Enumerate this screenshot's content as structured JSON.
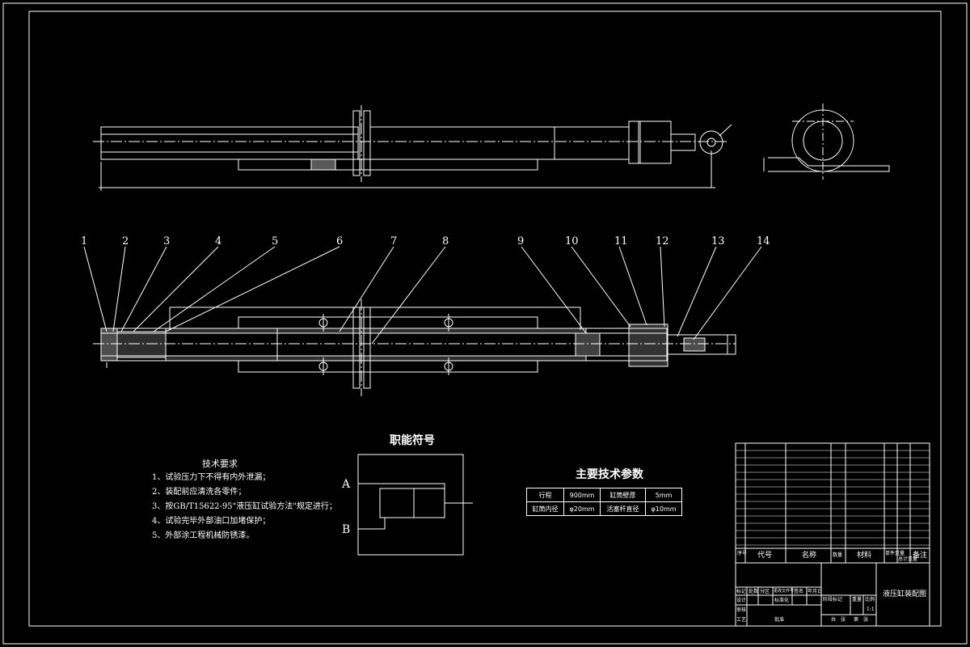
{
  "leaders": [
    "1",
    "2",
    "3",
    "4",
    "5",
    "6",
    "7",
    "8",
    "9",
    "10",
    "11",
    "12",
    "13",
    "14"
  ],
  "tech_requirements": {
    "title": "技术要求",
    "items": [
      "1、试验压力下不得有内外泄漏；",
      "2、装配前应清洗各零件；",
      "3、按GB/T15622-95\"液压缸试验方法\"规定进行；",
      "4、试验完毕外部油口加堵保护；",
      "5、外部涂工程机械防锈漆。"
    ]
  },
  "symbol": {
    "title": "职能符号",
    "port_a": "A",
    "port_b": "B"
  },
  "params": {
    "title": "主要技术参数",
    "rows": [
      [
        "行程",
        "900mm",
        "缸筒壁厚",
        "5mm"
      ],
      [
        "缸筒内径",
        "φ20mm",
        "活塞杆直径",
        "φ10mm"
      ]
    ]
  },
  "bom_header": {
    "seq": "序号",
    "code": "代号",
    "name": "名称",
    "qty": "数量",
    "material": "材料",
    "unit_weight": "单件重量",
    "total_weight": "总计重量",
    "remark": "备注"
  },
  "title_block": {
    "drawing_title": "液压缸装配图",
    "ratio": "1:1",
    "labels": [
      "标记",
      "处数",
      "分区",
      "更改文件号",
      "签名",
      "年月日",
      "设计",
      "标准化",
      "阶段标记",
      "重量",
      "比例",
      "审核",
      "工艺",
      "批准",
      "共",
      "张",
      "第",
      "张"
    ]
  }
}
